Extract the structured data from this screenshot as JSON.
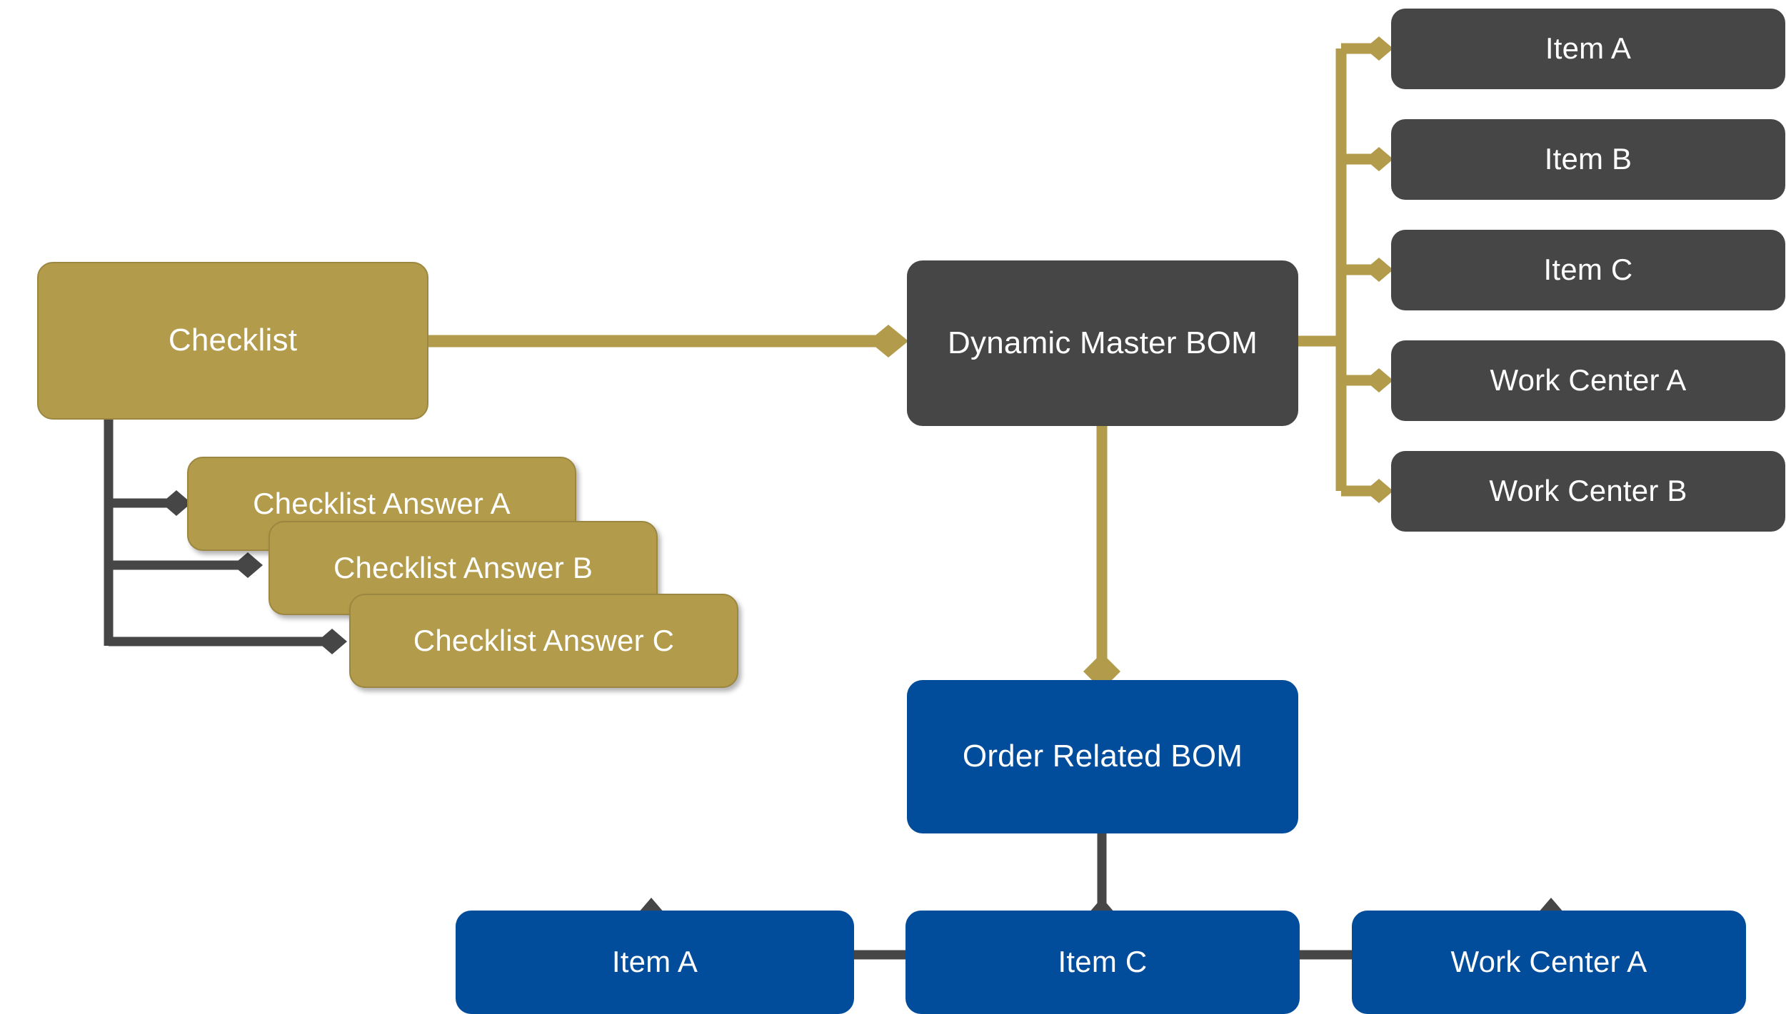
{
  "diagram": {
    "title": "Dynamic Master BOM and Order Related BOM relationship diagram",
    "colors": {
      "gold": "#B29B4A",
      "gold_border": "#9C8740",
      "dark_gray": "#464646",
      "blue": "#014C9B",
      "background": "#FFFFFF",
      "label_text": "#FFFFFF"
    },
    "nodes": {
      "checklist": "Checklist",
      "checklist_answer_a": "Checklist Answer A",
      "checklist_answer_b": "Checklist Answer B",
      "checklist_answer_c": "Checklist Answer C",
      "dynamic_master_bom": "Dynamic Master BOM",
      "master_item_a": "Item A",
      "master_item_b": "Item B",
      "master_item_c": "Item C",
      "master_work_center_a": "Work Center A",
      "master_work_center_b": "Work Center B",
      "order_related_bom": "Order Related BOM",
      "order_item_a": "Item A",
      "order_item_c": "Item C",
      "order_work_center_a": "Work Center A"
    },
    "edges": [
      {
        "from": "Checklist",
        "to": "Dynamic Master BOM",
        "color": "#B29B4A",
        "arrow": "diamond"
      },
      {
        "from": "Checklist",
        "to": "Checklist Answer A",
        "color": "#464646",
        "arrow": "diamond"
      },
      {
        "from": "Checklist",
        "to": "Checklist Answer B",
        "color": "#464646",
        "arrow": "diamond"
      },
      {
        "from": "Checklist",
        "to": "Checklist Answer C",
        "color": "#464646",
        "arrow": "diamond"
      },
      {
        "from": "Dynamic Master BOM",
        "to": "Item A",
        "color": "#B29B4A",
        "arrow": "diamond"
      },
      {
        "from": "Dynamic Master BOM",
        "to": "Item B",
        "color": "#B29B4A",
        "arrow": "diamond"
      },
      {
        "from": "Dynamic Master BOM",
        "to": "Item C",
        "color": "#B29B4A",
        "arrow": "diamond"
      },
      {
        "from": "Dynamic Master BOM",
        "to": "Work Center A",
        "color": "#B29B4A",
        "arrow": "diamond"
      },
      {
        "from": "Dynamic Master BOM",
        "to": "Work Center B",
        "color": "#B29B4A",
        "arrow": "diamond"
      },
      {
        "from": "Dynamic Master BOM",
        "to": "Order Related BOM",
        "color": "#B29B4A",
        "arrow": "diamond"
      },
      {
        "from": "Order Related BOM",
        "to": "Item A",
        "color": "#464646",
        "arrow": "diamond"
      },
      {
        "from": "Order Related BOM",
        "to": "Item C",
        "color": "#464646",
        "arrow": "diamond"
      },
      {
        "from": "Order Related BOM",
        "to": "Work Center A",
        "color": "#464646",
        "arrow": "diamond"
      }
    ]
  }
}
